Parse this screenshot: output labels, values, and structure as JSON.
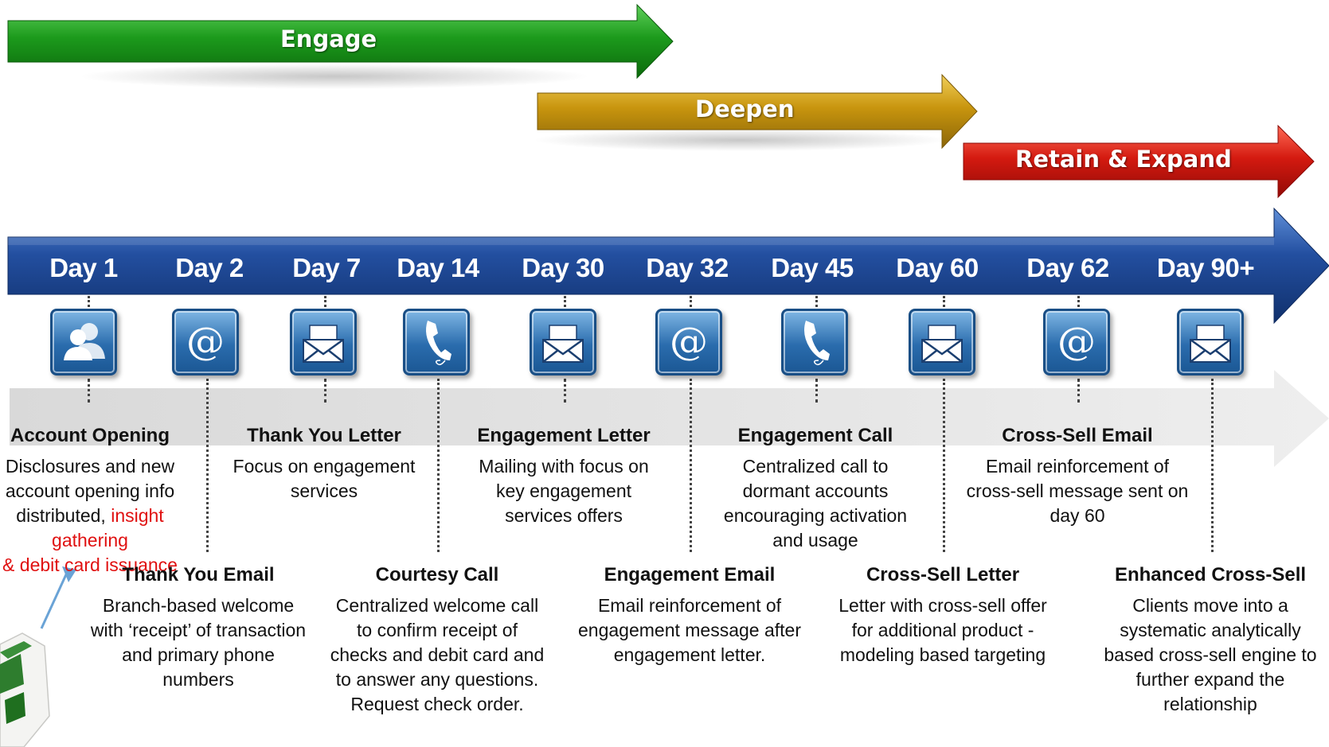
{
  "phases": [
    {
      "label": "Engage",
      "color": "#1f8f1f"
    },
    {
      "label": "Deepen",
      "color": "#c79a12"
    },
    {
      "label": "Retain & Expand",
      "color": "#d21a12"
    }
  ],
  "timeline": {
    "color": "#1d4b98",
    "days": [
      "Day 1",
      "Day 2",
      "Day 7",
      "Day 14",
      "Day 30",
      "Day 32",
      "Day 45",
      "Day 60",
      "Day 62",
      "Day 90+"
    ],
    "icons": [
      "people-icon",
      "email-at-icon",
      "letter-icon",
      "phone-icon",
      "letter-icon",
      "email-at-icon",
      "phone-icon",
      "letter-icon",
      "email-at-icon",
      "letter-icon"
    ]
  },
  "events_upper": [
    {
      "title": "Account Opening",
      "desc_lines": [
        "Disclosures and new",
        "account opening info",
        "distributed, "
      ],
      "desc_red": [
        "insight gathering",
        "& debit card issuance"
      ]
    },
    {
      "title": "Thank You Letter",
      "desc": "Focus on engagement services"
    },
    {
      "title": "Engagement Letter",
      "desc": "Mailing with focus on key engagement services offers"
    },
    {
      "title": "Engagement Call",
      "desc": "Centralized call to dormant accounts encouraging activation and usage"
    },
    {
      "title": "Cross-Sell Email",
      "desc": "Email reinforcement of cross-sell message sent on day 60"
    }
  ],
  "events_lower": [
    {
      "title": "Thank You Email",
      "desc": "Branch-based welcome with ‘receipt’ of transaction and primary phone numbers"
    },
    {
      "title": "Courtesy Call",
      "desc": "Centralized welcome call to confirm receipt of checks and debit card and to answer any questions. Request check order."
    },
    {
      "title": "Engagement Email",
      "desc": "Email reinforcement of engagement message after engagement letter."
    },
    {
      "title": "Cross-Sell Letter",
      "desc": "Letter with cross-sell offer for additional product - modeling based targeting"
    },
    {
      "title": "Enhanced Cross-Sell",
      "desc": "Clients move into a systematic analytically based cross-sell engine to further expand the relationship"
    }
  ]
}
